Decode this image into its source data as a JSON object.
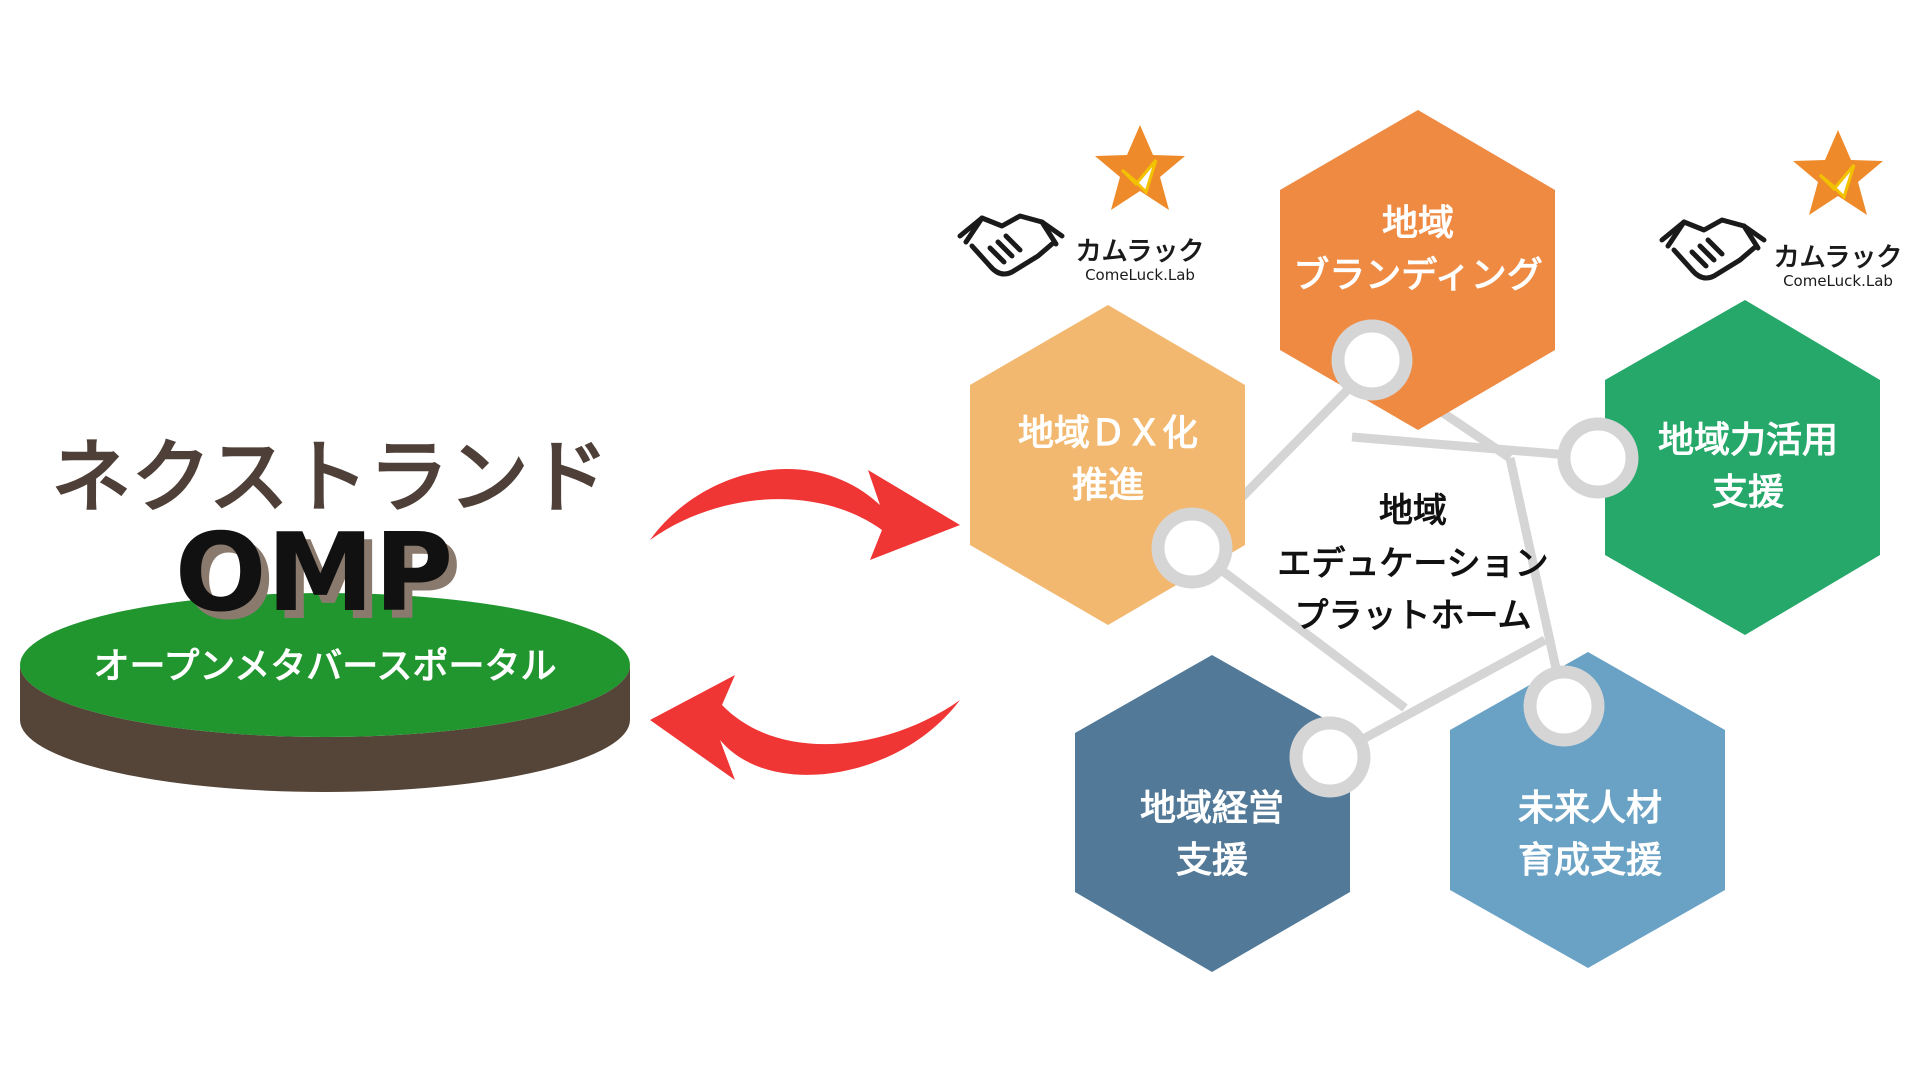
{
  "left": {
    "brand": "ネクストランド",
    "omp": "OMP",
    "platform": "オープンメタバースポータル"
  },
  "center": {
    "line1": "地域",
    "line2": "エデュケーション",
    "line3": "プラットホーム"
  },
  "hexes": [
    {
      "id": "branding",
      "color": "#ef8a43",
      "lines": [
        "地域",
        "ブランディング"
      ]
    },
    {
      "id": "dx",
      "color": "#f2b86f",
      "lines": [
        "地域ＤＸ化",
        "推進"
      ]
    },
    {
      "id": "power",
      "color": "#26a86a",
      "lines": [
        "地域力活用",
        "支援"
      ]
    },
    {
      "id": "management",
      "color": "#527a98",
      "lines": [
        "地域経営",
        "支援"
      ]
    },
    {
      "id": "talent",
      "color": "#6aa2c5",
      "lines": [
        "未来人材",
        "育成支援"
      ]
    }
  ],
  "logos": [
    {
      "script": "カムラック",
      "sub": "ComeLuck.Lab"
    },
    {
      "script": "カムラック",
      "sub": "ComeLuck.Lab"
    }
  ],
  "colors": {
    "arrow": "#f03535",
    "disc_top": "#21962f",
    "disc_side": "#554539",
    "brand_text": "#4e4038",
    "network": "#d5d5d5",
    "star": "#ef8a2a"
  },
  "icons": [
    "handshake-icon",
    "star-logo-icon"
  ]
}
